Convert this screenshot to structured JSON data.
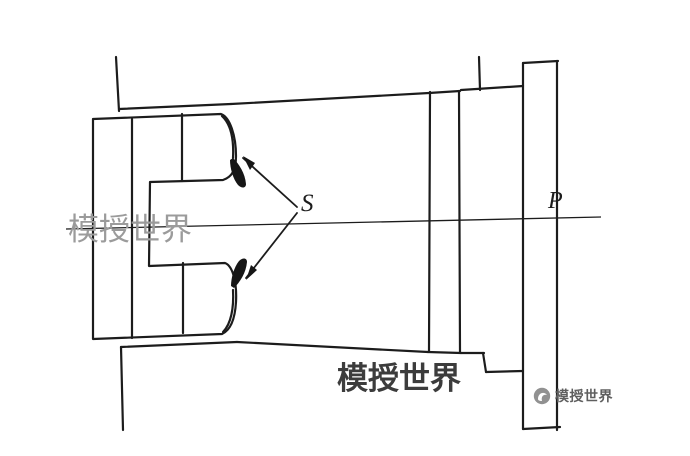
{
  "drawing": {
    "labels": {
      "s": "S",
      "p": "P"
    }
  },
  "watermarks": {
    "left": "模授世界",
    "bottom": "模授世界",
    "corner_text": "模授世界",
    "corner_logo_icon": "swirl-logo-icon"
  },
  "colors": {
    "ink": "#1c1c1c",
    "background": "#ffffff",
    "watermark_left_gray": "#9b9b9b",
    "watermark_bottom_dark": "#3c3c3c",
    "watermark_corner_gray": "#5f5f5f"
  }
}
